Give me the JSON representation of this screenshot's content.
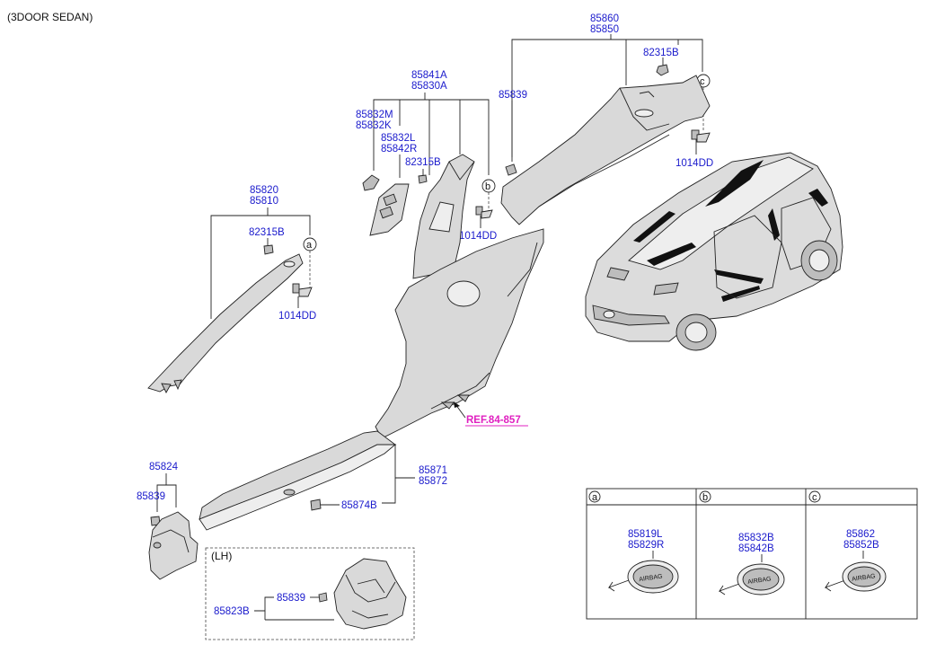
{
  "title": "(3DOOR SEDAN)",
  "labels": {
    "l85860": "85860",
    "l85850": "85850",
    "l82315B_top": "82315B",
    "l85839_top": "85839",
    "l1014DD_top": "1014DD",
    "l85841A": "85841A",
    "l85830A": "85830A",
    "l85832M": "85832M",
    "l85832K": "85832K",
    "l85832L": "85832L",
    "l85842R": "85842R",
    "l82315B_mid": "82315B",
    "l1014DD_mid": "1014DD",
    "l85820": "85820",
    "l85810": "85810",
    "l82315B_left": "82315B",
    "l1014DD_left": "1014DD",
    "ref": "REF.84-857",
    "l85824": "85824",
    "l85839_bot": "85839",
    "l85871": "85871",
    "l85872": "85872",
    "l85874B": "85874B",
    "lh": "(LH)",
    "l85839_lh": "85839",
    "l85823B": "85823B"
  },
  "callouts": {
    "a": "a",
    "b": "b",
    "c": "c"
  },
  "table": {
    "headers": [
      "a",
      "b",
      "c"
    ],
    "cells": [
      {
        "line1": "85819L",
        "line2": "85829R"
      },
      {
        "line1": "85832B",
        "line2": "85842B"
      },
      {
        "line1": "85862",
        "line2": "85852B"
      }
    ],
    "badge_text": "AIRBAG"
  }
}
